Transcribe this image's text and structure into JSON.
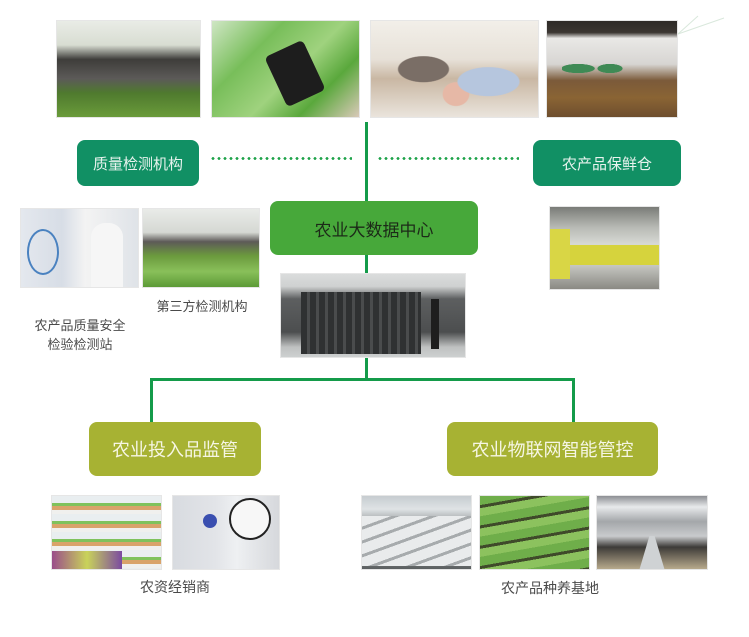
{
  "diagram": {
    "center_node": {
      "label": "农业大数据中心",
      "color": "#47a83a"
    },
    "top_left_node": {
      "label": "质量检测机构",
      "color": "#119064"
    },
    "top_right_node": {
      "label": "农产品保鲜仓",
      "color": "#119064"
    },
    "bottom_left_node": {
      "label": "农业投入品监管",
      "color": "#a7b233"
    },
    "bottom_right_node": {
      "label": "农业物联网智能管控",
      "color": "#a7b233"
    },
    "connector_color": "#149b4a",
    "captions": {
      "quality_station": "农产品质量安全\n检验检测站",
      "third_party": "第三方检测机构",
      "dealer": "农资经销商",
      "base": "农产品种养基地"
    },
    "photos": [
      {
        "id": "officials-field",
        "desc": "officials inspecting field"
      },
      {
        "id": "qr-scan-vegetables",
        "desc": "phone scanning QR on packaged vegetables"
      },
      {
        "id": "family-dining",
        "desc": "family at dining table"
      },
      {
        "id": "canteen-serving",
        "desc": "canteen food serving"
      },
      {
        "id": "lab-technician",
        "desc": "technician at lab instrument"
      },
      {
        "id": "field-inspectors",
        "desc": "inspectors in greenhouse"
      },
      {
        "id": "data-center-servers",
        "desc": "server room racks"
      },
      {
        "id": "warehouse-bags",
        "desc": "warehouse with stacked yellow bags"
      },
      {
        "id": "agri-supply-shelves",
        "desc": "agricultural supply store shelves"
      },
      {
        "id": "label-magnifier",
        "desc": "product label with magnifier"
      },
      {
        "id": "greenhouses",
        "desc": "greenhouse tunnels"
      },
      {
        "id": "seedling-beds",
        "desc": "seedling beds"
      },
      {
        "id": "cattle-barn",
        "desc": "dairy cattle barn"
      }
    ]
  }
}
